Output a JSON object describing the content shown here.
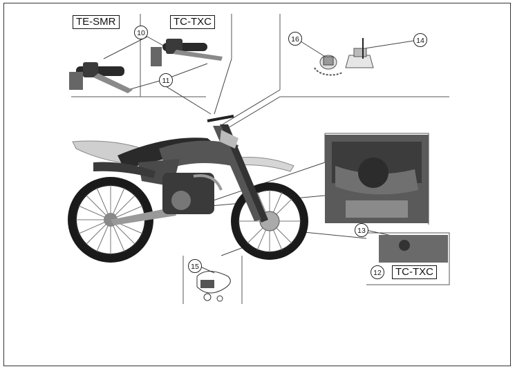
{
  "labels": {
    "te_smr": "TE-SMR",
    "tc_txc_top": "TC-TXC",
    "tc_txc_bottom": "TC-TXC"
  },
  "callouts": {
    "c10": "10",
    "c11": "11",
    "c12": "12",
    "c13": "13",
    "c14": "14",
    "c15": "15",
    "c16": "16"
  }
}
